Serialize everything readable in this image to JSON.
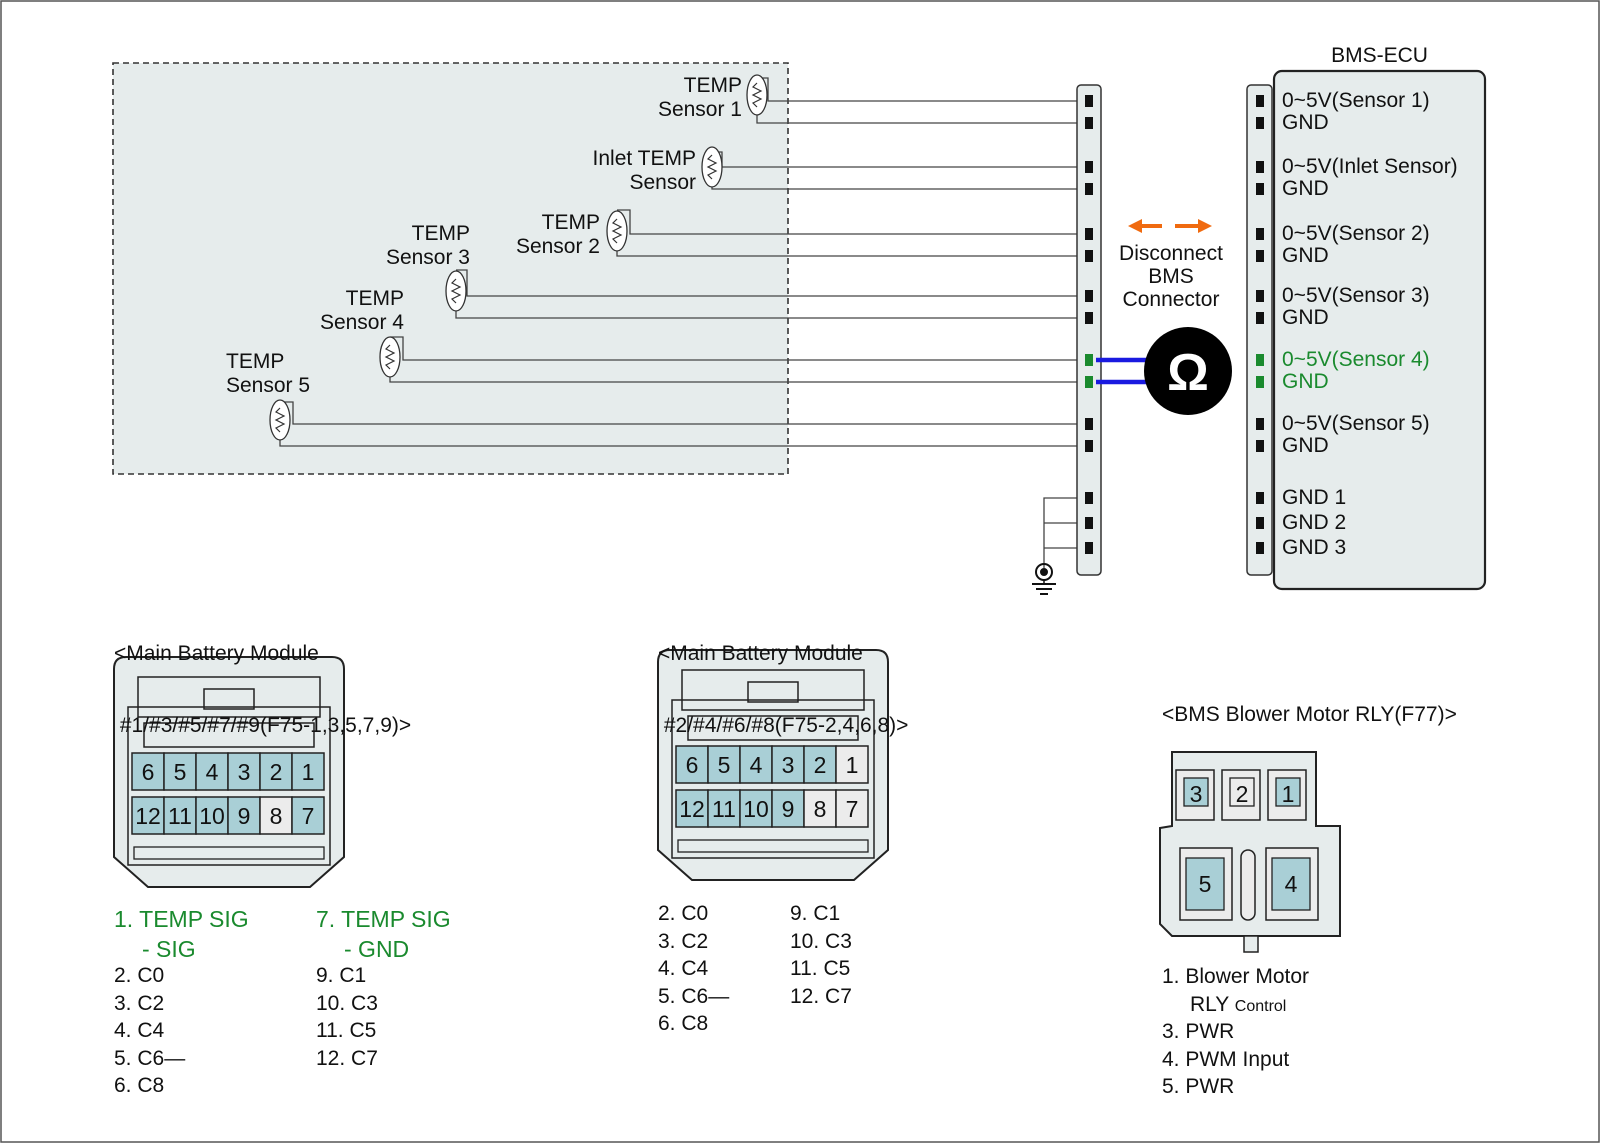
{
  "sensors": {
    "temp1": [
      "TEMP",
      "Sensor 1"
    ],
    "inlet": [
      "Inlet TEMP",
      "Sensor"
    ],
    "temp2": [
      "TEMP",
      "Sensor 2"
    ],
    "temp3": [
      "TEMP",
      "Sensor 3"
    ],
    "temp4": [
      "TEMP",
      "Sensor 4"
    ],
    "temp5": [
      "TEMP",
      "Sensor 5"
    ]
  },
  "disconnect_label": [
    "Disconnect",
    "BMS",
    "Connector"
  ],
  "ohm_symbol": "Ω",
  "ecu": {
    "title": "BMS-ECU",
    "pins": [
      "0~5V(Sensor 1)",
      "GND",
      "0~5V(Inlet Sensor)",
      "GND",
      "0~5V(Sensor 2)",
      "GND",
      "0~5V(Sensor 3)",
      "GND",
      "0~5V(Sensor 4)",
      "GND",
      "0~5V(Sensor 5)",
      "GND",
      "GND 1",
      "GND 2",
      "GND 3"
    ]
  },
  "module_odd": {
    "title": [
      "<Main Battery Module",
      " #1/#3/#5/#7/#9(F75-1,3,5,7,9)>"
    ],
    "row1": [
      "6",
      "5",
      "4",
      "3",
      "2",
      "1"
    ],
    "row2": [
      "12",
      "11",
      "10",
      "9",
      "8",
      "7"
    ],
    "pin1": [
      "1. TEMP SIG",
      "- SIG"
    ],
    "pin7": [
      "7. TEMP SIG",
      "- GND"
    ],
    "col_left": [
      "2. C0",
      "3. C2",
      "4. C4",
      "5. C6―",
      "6. C8"
    ],
    "col_right": [
      "9. C1",
      "10. C3",
      "11. C5",
      "12. C7"
    ]
  },
  "module_even": {
    "title": [
      "<Main Battery Module",
      " #2/#4/#6/#8(F75-2,4,6,8)>"
    ],
    "row1": [
      "6",
      "5",
      "4",
      "3",
      "2",
      "1"
    ],
    "row2": [
      "12",
      "11",
      "10",
      "9",
      "8",
      "7"
    ],
    "col_left": [
      "2. C0",
      "3. C2",
      "4. C4",
      "5. C6―",
      "6. C8"
    ],
    "col_right": [
      "9. C1",
      "10. C3",
      "11. C5",
      "12. C7"
    ]
  },
  "blower": {
    "title": "<BMS Blower Motor RLY(F77)>",
    "pins": [
      "3",
      "2",
      "1",
      "5",
      "4"
    ],
    "pin1": [
      "1. Blower Motor",
      "RLY",
      "Control"
    ],
    "others": [
      "3. PWR",
      "4. PWM Input",
      "5. PWR"
    ]
  },
  "colors": {
    "connector_fill": "#e6ecec",
    "pin_blue": "#a9cfd6",
    "highlight_green": "#1a8a2e",
    "wire_blue": "#1a1ae0",
    "arrow_orange": "#f06a0f"
  }
}
